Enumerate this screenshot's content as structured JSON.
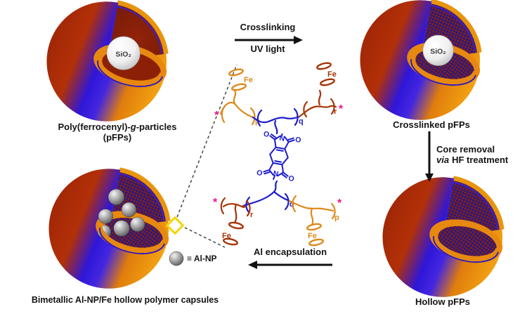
{
  "scheme": {
    "steps": {
      "crosslinking": {
        "line1": "Crosslinking",
        "line2": "UV light"
      },
      "core_removal": {
        "line1": "Core removal",
        "via": "via",
        "line2_rest": "HF treatment"
      },
      "al_encapsulation": {
        "label": "Al encapsulation"
      }
    },
    "particles": {
      "pfps": {
        "name_prefix": "Poly(ferrocenyl)-",
        "name_g": "g",
        "name_suffix": "-particles",
        "abbrev": "(pFPs)",
        "core_label": "SiO₂"
      },
      "crosslinked": {
        "label": "Crosslinked pFPs",
        "core_label": "SiO₂"
      },
      "hollow": {
        "label": "Hollow pFPs"
      },
      "bimetallic": {
        "label": "Bimetallic Al-NP/Fe hollow polymer capsules"
      }
    },
    "legend": {
      "label": "≡ Al-NP"
    },
    "molecule": {
      "fe": "Fe",
      "star": "*",
      "sub_p": "p",
      "sub_q": "q",
      "sub_r": "r",
      "atom_n": "N",
      "atom_o": "O"
    },
    "colors": {
      "shell_red": "#b23008",
      "shell_blue": "#2f16d8",
      "shell_orange": "#f2a012",
      "mesh_bg": "#8f1d06",
      "mesh_line": "#201b8e",
      "chain_orange": "#dd8a1c",
      "chain_dark_red": "#a53508",
      "chain_blue": "#1c1ccc",
      "star_pink": "#e8188c",
      "highlight_diamond": "#f5d400"
    }
  }
}
